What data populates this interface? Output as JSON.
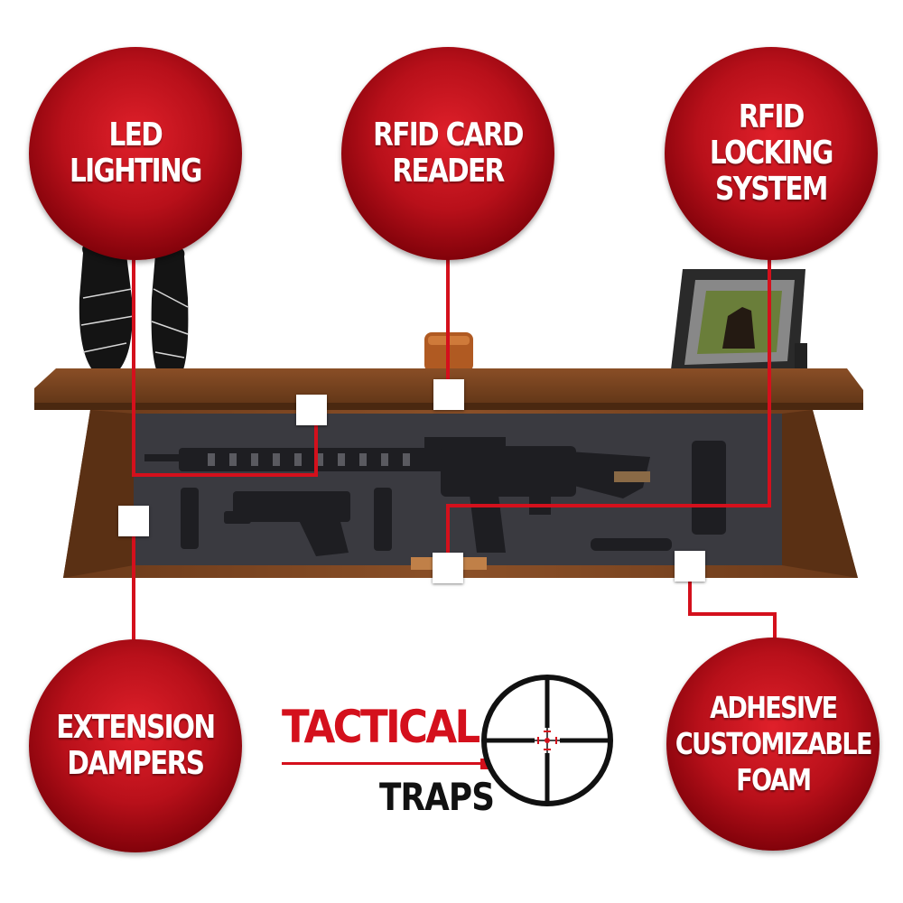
{
  "callouts": {
    "led": "LED\nLIGHTING",
    "rfid_reader": "RFID CARD\nREADER",
    "rfid_lock": "RFID\nLOCKING\nSYSTEM",
    "dampers": "EXTENSION\nDAMPERS",
    "foam": "ADHESIVE\nCUSTOMIZABLE\nFOAM"
  },
  "logo": {
    "line1": "TACTICAL",
    "line2": "TRAPS"
  },
  "colors": {
    "accent": "#d4101c",
    "wood": "#7a4420",
    "foam": "#3a3a40"
  }
}
